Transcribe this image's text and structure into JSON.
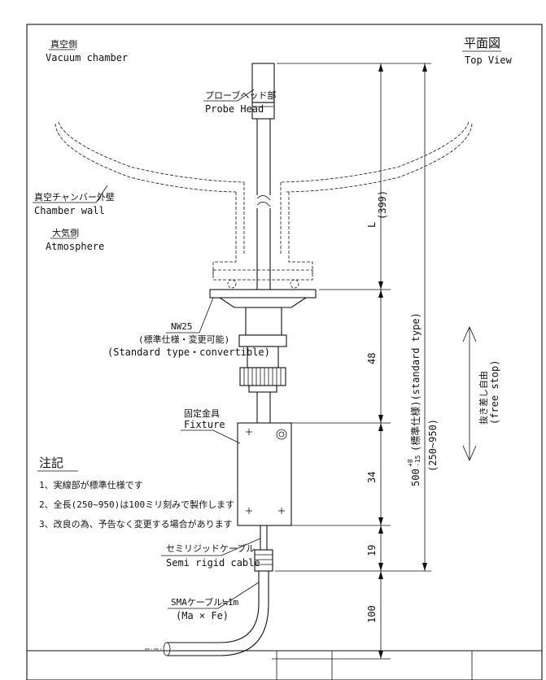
{
  "labels": {
    "vacuum_side_jp": "真空側",
    "vacuum_side_en": "Vacuum chamber",
    "top_view_jp": "平面図",
    "top_view_en": "Top View",
    "probe_head_jp": "プローブヘッド部",
    "probe_head_en": "Probe Head",
    "chamber_wall_jp": "真空チャンバー外壁",
    "chamber_wall_en": "Chamber wall",
    "atmosphere_jp": "大気側",
    "atmosphere_en": "Atmosphere",
    "flange_name": "NW25",
    "flange_note_jp": "(標準仕様・変更可能)",
    "flange_note_en": "(Standard type・convertible)",
    "fixture_jp": "固定金具",
    "fixture_en": "Fixture",
    "semirigid_jp": "セミリジッドケーブル",
    "semirigid_en": "Semi rigid cable",
    "sma_jp": "SMAケーブル≒1m",
    "sma_en": "(Ma × Fe)"
  },
  "notes": {
    "title": "注記",
    "items": [
      "1、実線部が標準仕様です",
      "2、全長(250~950)は100ミリ刻みで製作します",
      "3、改良の為、予告なく変更する場合があります"
    ]
  },
  "dimensions": {
    "l_label": "L",
    "l_value": "(399)",
    "d48": "48",
    "d34": "34",
    "d19": "19",
    "d100": "100",
    "total_main": "500",
    "total_tol_upper": "+8",
    "total_tol_lower": "-15",
    "total_note": "(標準仕様)(standard type)",
    "total_range": "(250~950)"
  },
  "free_stop": {
    "jp": "抜き差し自由",
    "en": "(free stop)"
  }
}
